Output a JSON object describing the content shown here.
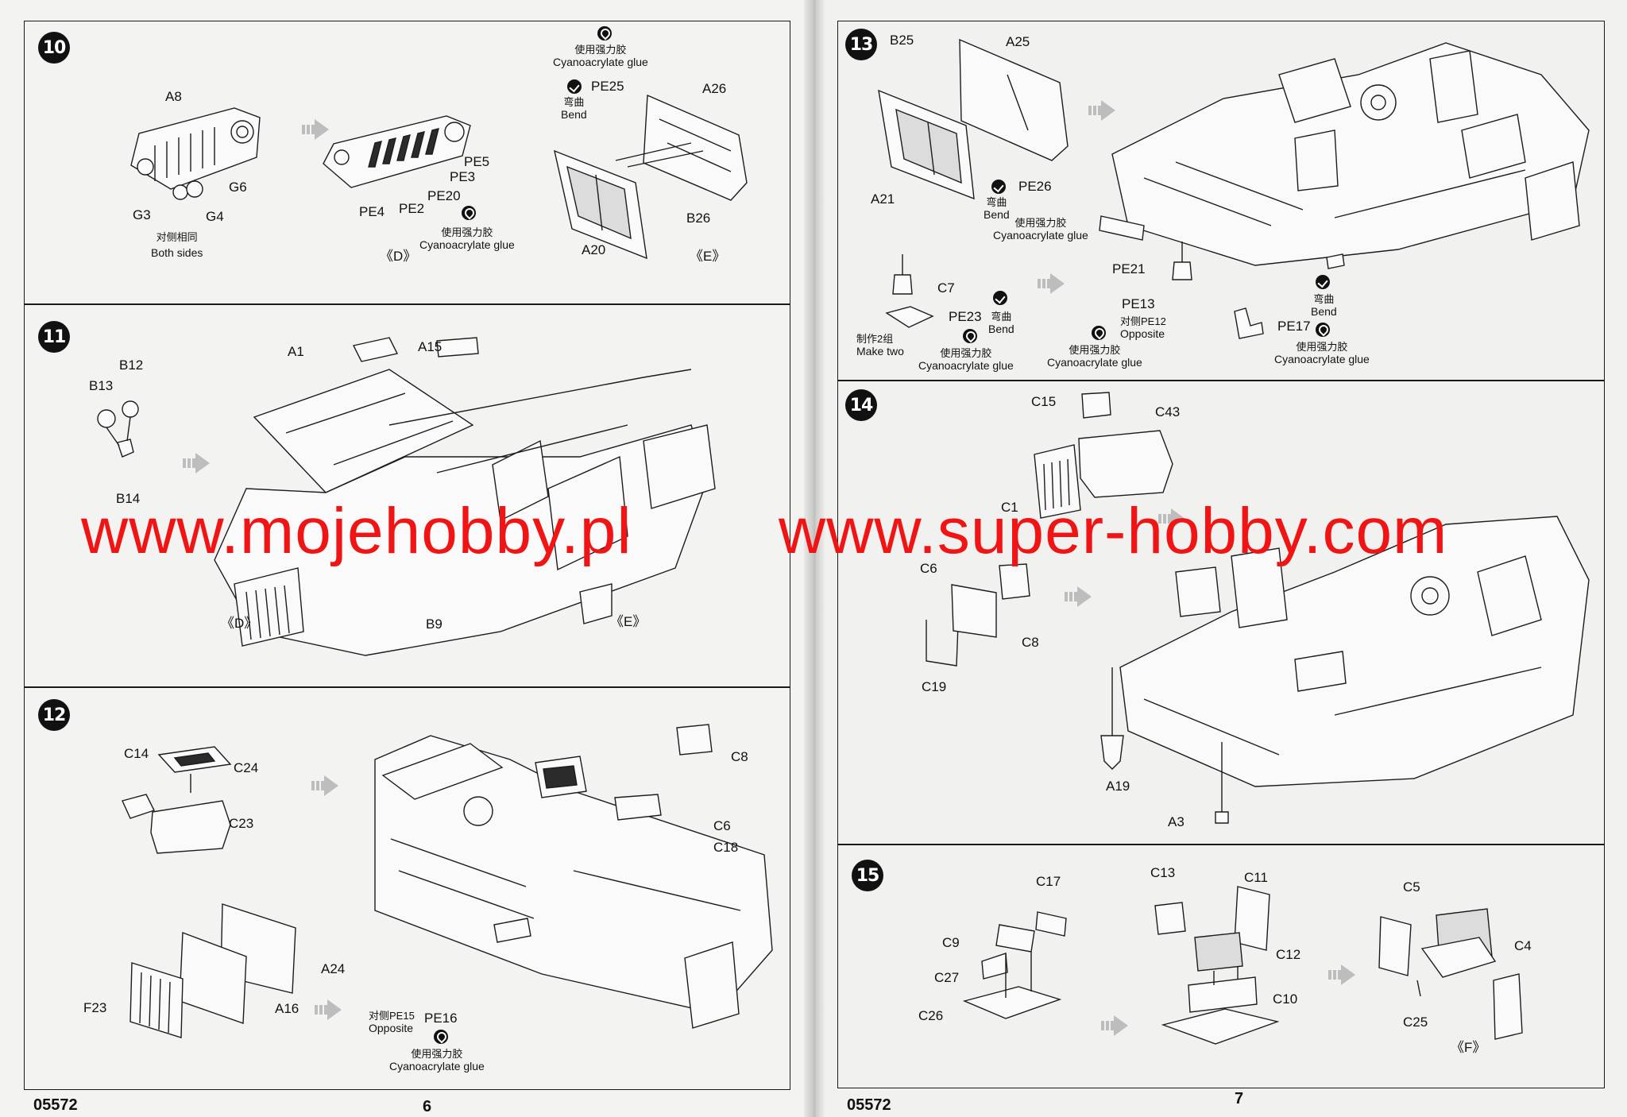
{
  "left": {
    "catalog_number": "05572",
    "page_number": "6",
    "step10": {
      "number": "10",
      "labels": {
        "a8": "A8",
        "g6": "G6",
        "g3": "G3",
        "g4": "G4",
        "pe5": "PE5",
        "pe3": "PE3",
        "pe20": "PE20",
        "pe4": "PE4",
        "pe2": "PE2",
        "pe25": "PE25",
        "a26": "A26",
        "b26": "B26",
        "a20": "A20"
      },
      "both_sides_cn": "对侧相同",
      "both_sides_en": "Both sides",
      "sub_d": "《D》",
      "sub_e": "《E》",
      "glue_cn": "使用强力胶",
      "glue_en": "Cyanoacrylate glue",
      "bend_cn": "弯曲",
      "bend_en": "Bend",
      "glue2_cn": "使用强力胶",
      "glue2_en": "Cyanoacrylate glue"
    },
    "step11": {
      "number": "11",
      "labels": {
        "a1": "A1",
        "a15": "A15",
        "b12": "B12",
        "b13": "B13",
        "b14": "B14",
        "b9": "B9"
      },
      "sub_d": "《D》",
      "sub_e": "《E》"
    },
    "step12": {
      "number": "12",
      "labels": {
        "c14": "C14",
        "c24": "C24",
        "c23": "C23",
        "c8": "C8",
        "c6": "C6",
        "c18": "C18",
        "a24": "A24",
        "a16": "A16",
        "f23": "F23",
        "pe16": "PE16"
      },
      "opposite_cn": "对侧PE15",
      "opposite_en": "Opposite",
      "glue_cn": "使用强力胶",
      "glue_en": "Cyanoacrylate glue"
    }
  },
  "right": {
    "catalog_number": "05572",
    "page_number": "7",
    "step13": {
      "number": "13",
      "labels": {
        "b25": "B25",
        "a25": "A25",
        "a21": "A21",
        "pe26": "PE26",
        "pe21": "PE21",
        "c7": "C7",
        "pe23": "PE23",
        "pe13": "PE13",
        "pe17": "PE17"
      },
      "bend_cn": "弯曲",
      "bend_en": "Bend",
      "glue_cn": "使用强力胶",
      "glue_en": "Cyanoacrylate glue",
      "make_two_cn": "制作2组",
      "make_two_en": "Make two",
      "bend2_cn": "弯曲",
      "bend2_en": "Bend",
      "glue2_cn": "使用强力胶",
      "glue2_en": "Cyanoacrylate glue",
      "opposite_cn": "对侧PE12",
      "opposite_en": "Opposite",
      "glue3_cn": "使用强力胶",
      "glue3_en": "Cyanoacrylate glue",
      "bend3_cn": "弯曲",
      "bend3_en": "Bend",
      "glue4_cn": "使用强力胶",
      "glue4_en": "Cyanoacrylate glue"
    },
    "step14": {
      "number": "14",
      "labels": {
        "c15": "C15",
        "c43": "C43",
        "c1": "C1",
        "c6": "C6",
        "c8": "C8",
        "c19": "C19",
        "a19": "A19",
        "a3": "A3"
      }
    },
    "step15": {
      "number": "15",
      "labels": {
        "c17": "C17",
        "c9": "C9",
        "c27": "C27",
        "c26": "C26",
        "c13": "C13",
        "c11": "C11",
        "c12": "C12",
        "c10": "C10",
        "c5": "C5",
        "c4": "C4",
        "c25": "C25"
      },
      "sub_f": "《F》"
    }
  },
  "watermark": {
    "left": "www.mojehobby.pl",
    "right": "www.super-hobby.com",
    "color": "#f01414"
  }
}
